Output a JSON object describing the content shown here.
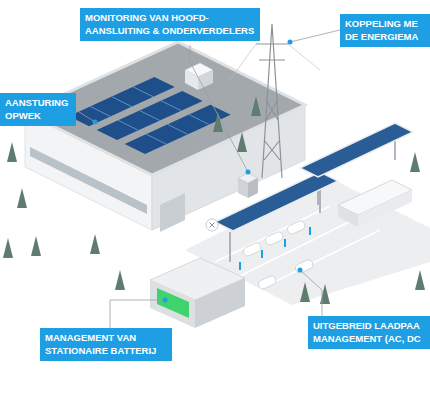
{
  "diagram": {
    "nodes": [
      {
        "text": [
          "MONITORING VAN HOOFD- AANSLUITING & ONDERVERDELERS"
        ]
      },
      {
        "text": [
          "KOPPELING ME DE ENERGIEMA"
        ]
      },
      {
        "text": [
          "AANSTURING OPWEK"
        ]
      },
      {
        "text": [
          "UITGEBREID LAADPAA MANAGEMENT (AC, DC"
        ]
      },
      {
        "text": [
          "MANAGEMENT VAN STATIONAIRE BATTERIJ"
        ]
      }
    ]
  }
}
